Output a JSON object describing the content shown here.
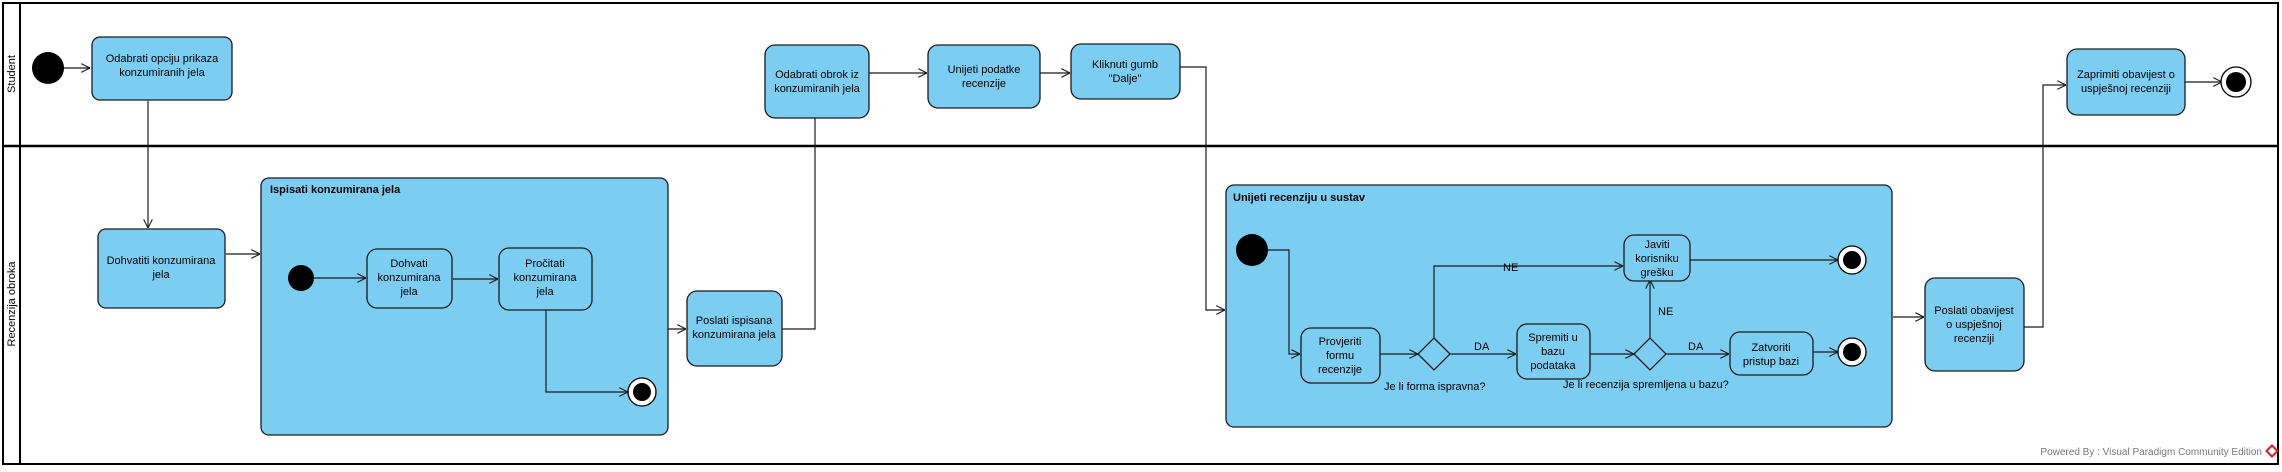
{
  "lanes": {
    "student": "Student",
    "recenzija": "Recenzija obroka"
  },
  "nodes": {
    "odabrati_opciju": [
      "Odabrati opciju prikaza",
      "konzumiranih jela"
    ],
    "dohvatiti": [
      "Dohvatiti konzumirana",
      "jela"
    ],
    "dohvati_inner": [
      "Dohvati",
      "konzumirana",
      "jela"
    ],
    "procitati": [
      "Pročitati",
      "konzumirana",
      "jela"
    ],
    "poslati_ispisana": [
      "Poslati ispisana",
      "konzumirana jela"
    ],
    "odabrati_obrok": [
      "Odabrati obrok iz",
      "konzumiranih jela"
    ],
    "unijeti_podatke": [
      "Unijeti podatke",
      "recenzije"
    ],
    "kliknuti_gumb": [
      "Kliknuti gumb",
      "\"Dalje\""
    ],
    "provjeriti_formu": [
      "Provjeriti",
      "formu",
      "recenzije"
    ],
    "spremiti_bazu": [
      "Spremiti u",
      "bazu",
      "podataka"
    ],
    "javiti_korisniku": [
      "Javiti",
      "korisniku",
      "grešku"
    ],
    "zatvoriti_pristup": [
      "Zatvoriti",
      "pristup bazi"
    ],
    "poslati_obavijest": [
      "Poslati obavijest",
      "o uspješnoj",
      "recenziji"
    ],
    "zaprimiti_obavijest": [
      "Zaprimiti obavijest o",
      "uspješnoj recenziji"
    ]
  },
  "groups": {
    "ispisati": "Ispisati konzumirana jela",
    "unijeti": "Unijeti recenziju u sustav"
  },
  "decisions": {
    "forma": "Je li forma ispravna?",
    "spremljena": "Je li recenzija spremljena u bazu?"
  },
  "guards": {
    "ne_top": "NE",
    "da_1": "DA",
    "ne_mid": "NE",
    "da_2": "DA"
  },
  "footer": "Powered By : Visual Paradigm Community Edition"
}
